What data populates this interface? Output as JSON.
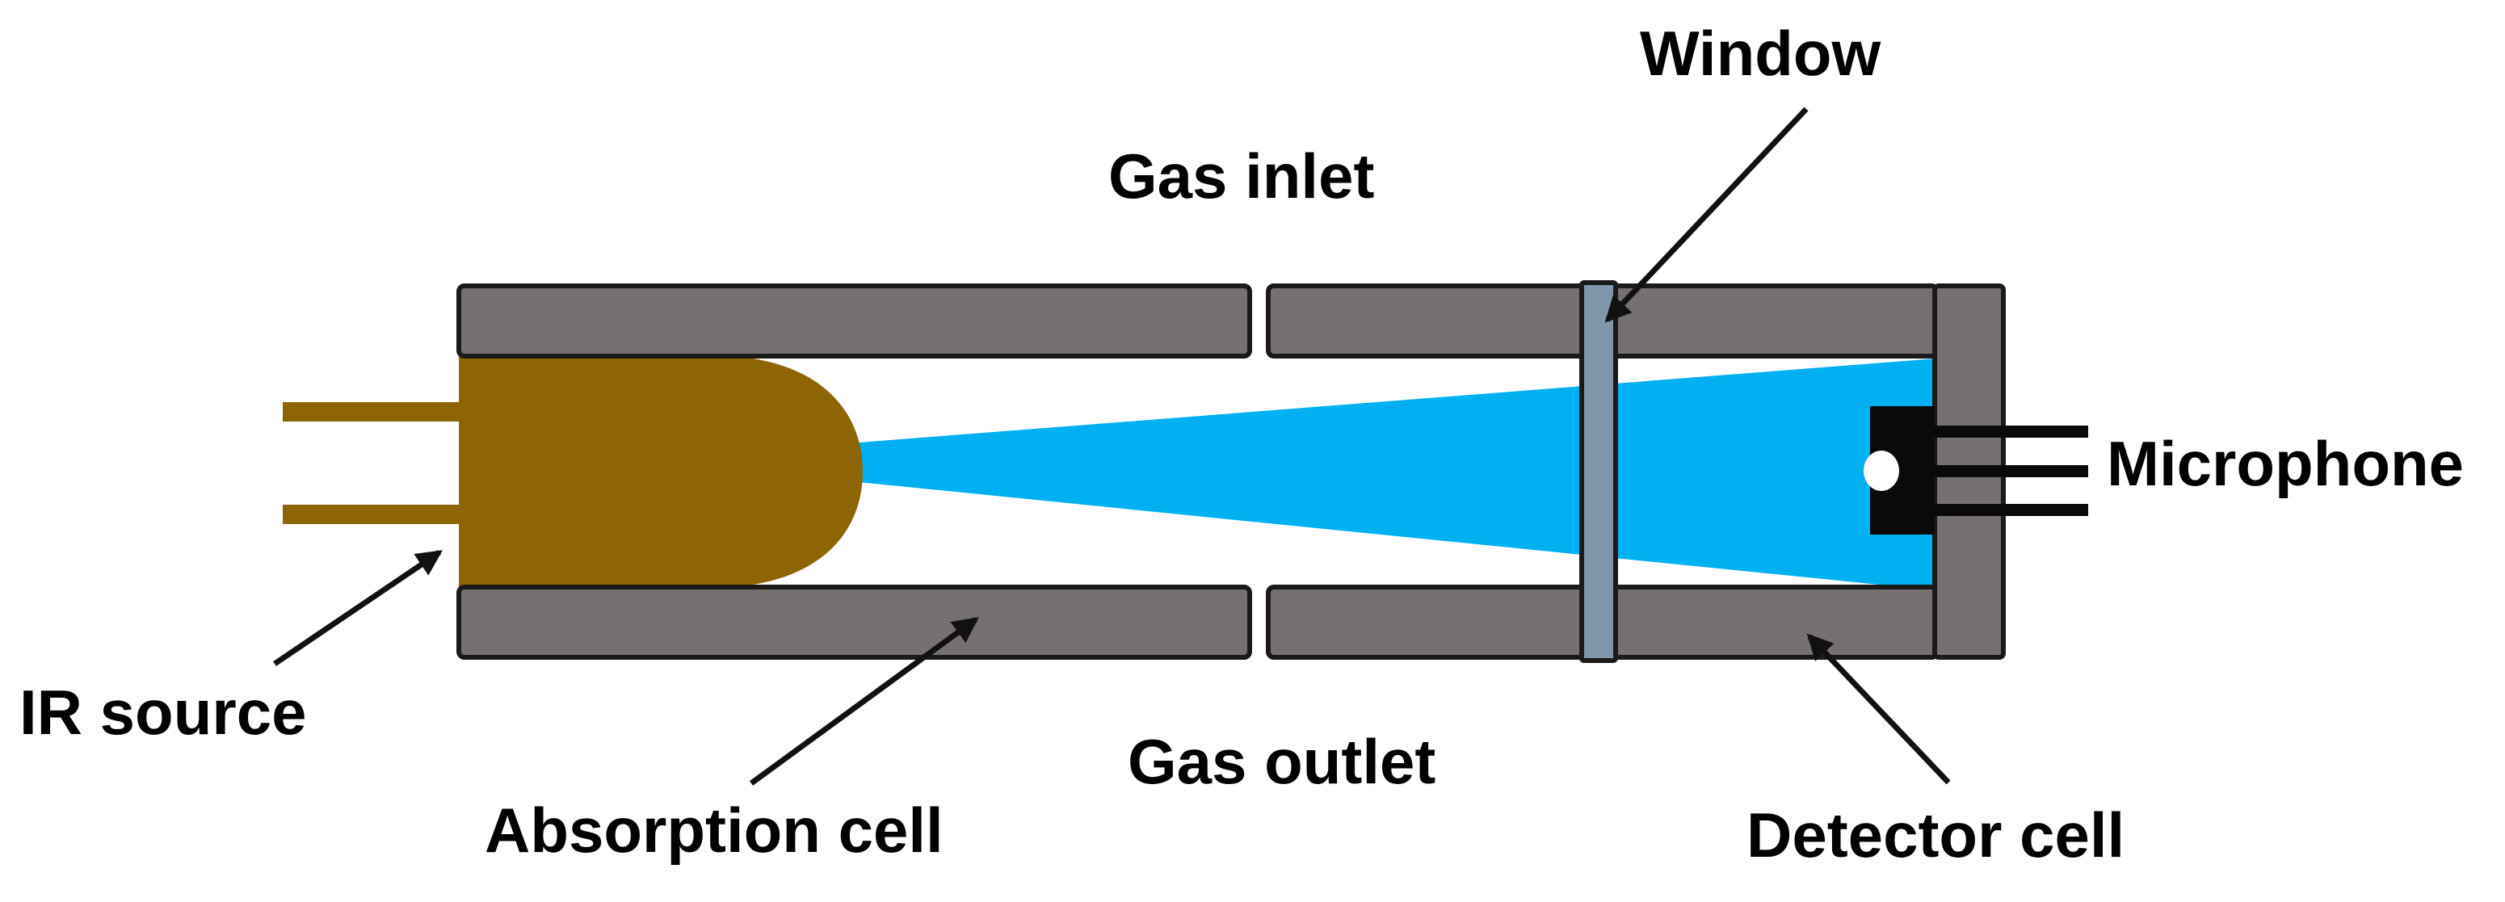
{
  "figure": {
    "kind": "gas-sensor-schematic",
    "labels": {
      "window": "Window",
      "gas_inlet": "Gas inlet",
      "microphone": "Microphone",
      "ir_source": "IR source",
      "absorption_cell": "Absorption cell",
      "gas_outlet": "Gas outlet",
      "detector_cell": "Detector cell"
    },
    "colors": {
      "background": "#ffffff",
      "beam": "#00B0F0",
      "wall": "#767170",
      "outline": "#1a1a1a",
      "ir_source": "#8D6504",
      "window": "#8096AB",
      "microphone": "#0a0a0a",
      "mic_hole": "#ffffff",
      "label_text": "#000000"
    }
  }
}
